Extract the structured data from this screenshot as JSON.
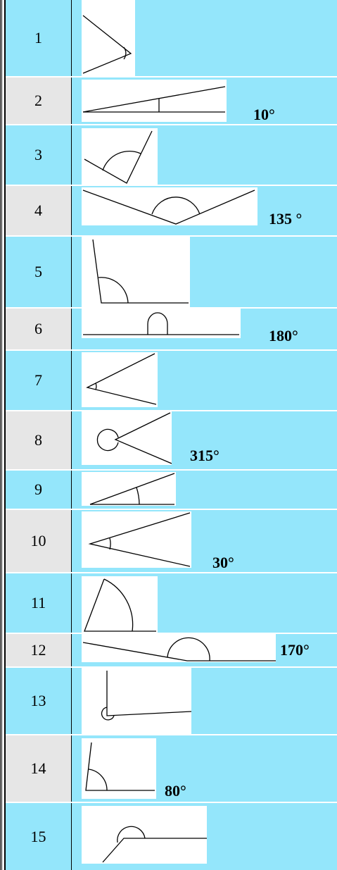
{
  "colors": {
    "cyan": "#94e6fb",
    "gray": "#e6e6e6",
    "figure_background": "#ffffff",
    "line": "#000000"
  },
  "rows": [
    {
      "number": "1",
      "answer": ""
    },
    {
      "number": "2",
      "answer": "10°"
    },
    {
      "number": "3",
      "answer": ""
    },
    {
      "number": "4",
      "answer": "135 °"
    },
    {
      "number": "5",
      "answer": ""
    },
    {
      "number": "6",
      "answer": "180°"
    },
    {
      "number": "7",
      "answer": ""
    },
    {
      "number": "8",
      "answer": "315°"
    },
    {
      "number": "9",
      "answer": ""
    },
    {
      "number": "10",
      "answer": "30°"
    },
    {
      "number": "11",
      "answer": ""
    },
    {
      "number": "12",
      "answer": "170°"
    },
    {
      "number": "13",
      "answer": ""
    },
    {
      "number": "14",
      "answer": "80°"
    },
    {
      "number": "15",
      "answer": ""
    }
  ]
}
